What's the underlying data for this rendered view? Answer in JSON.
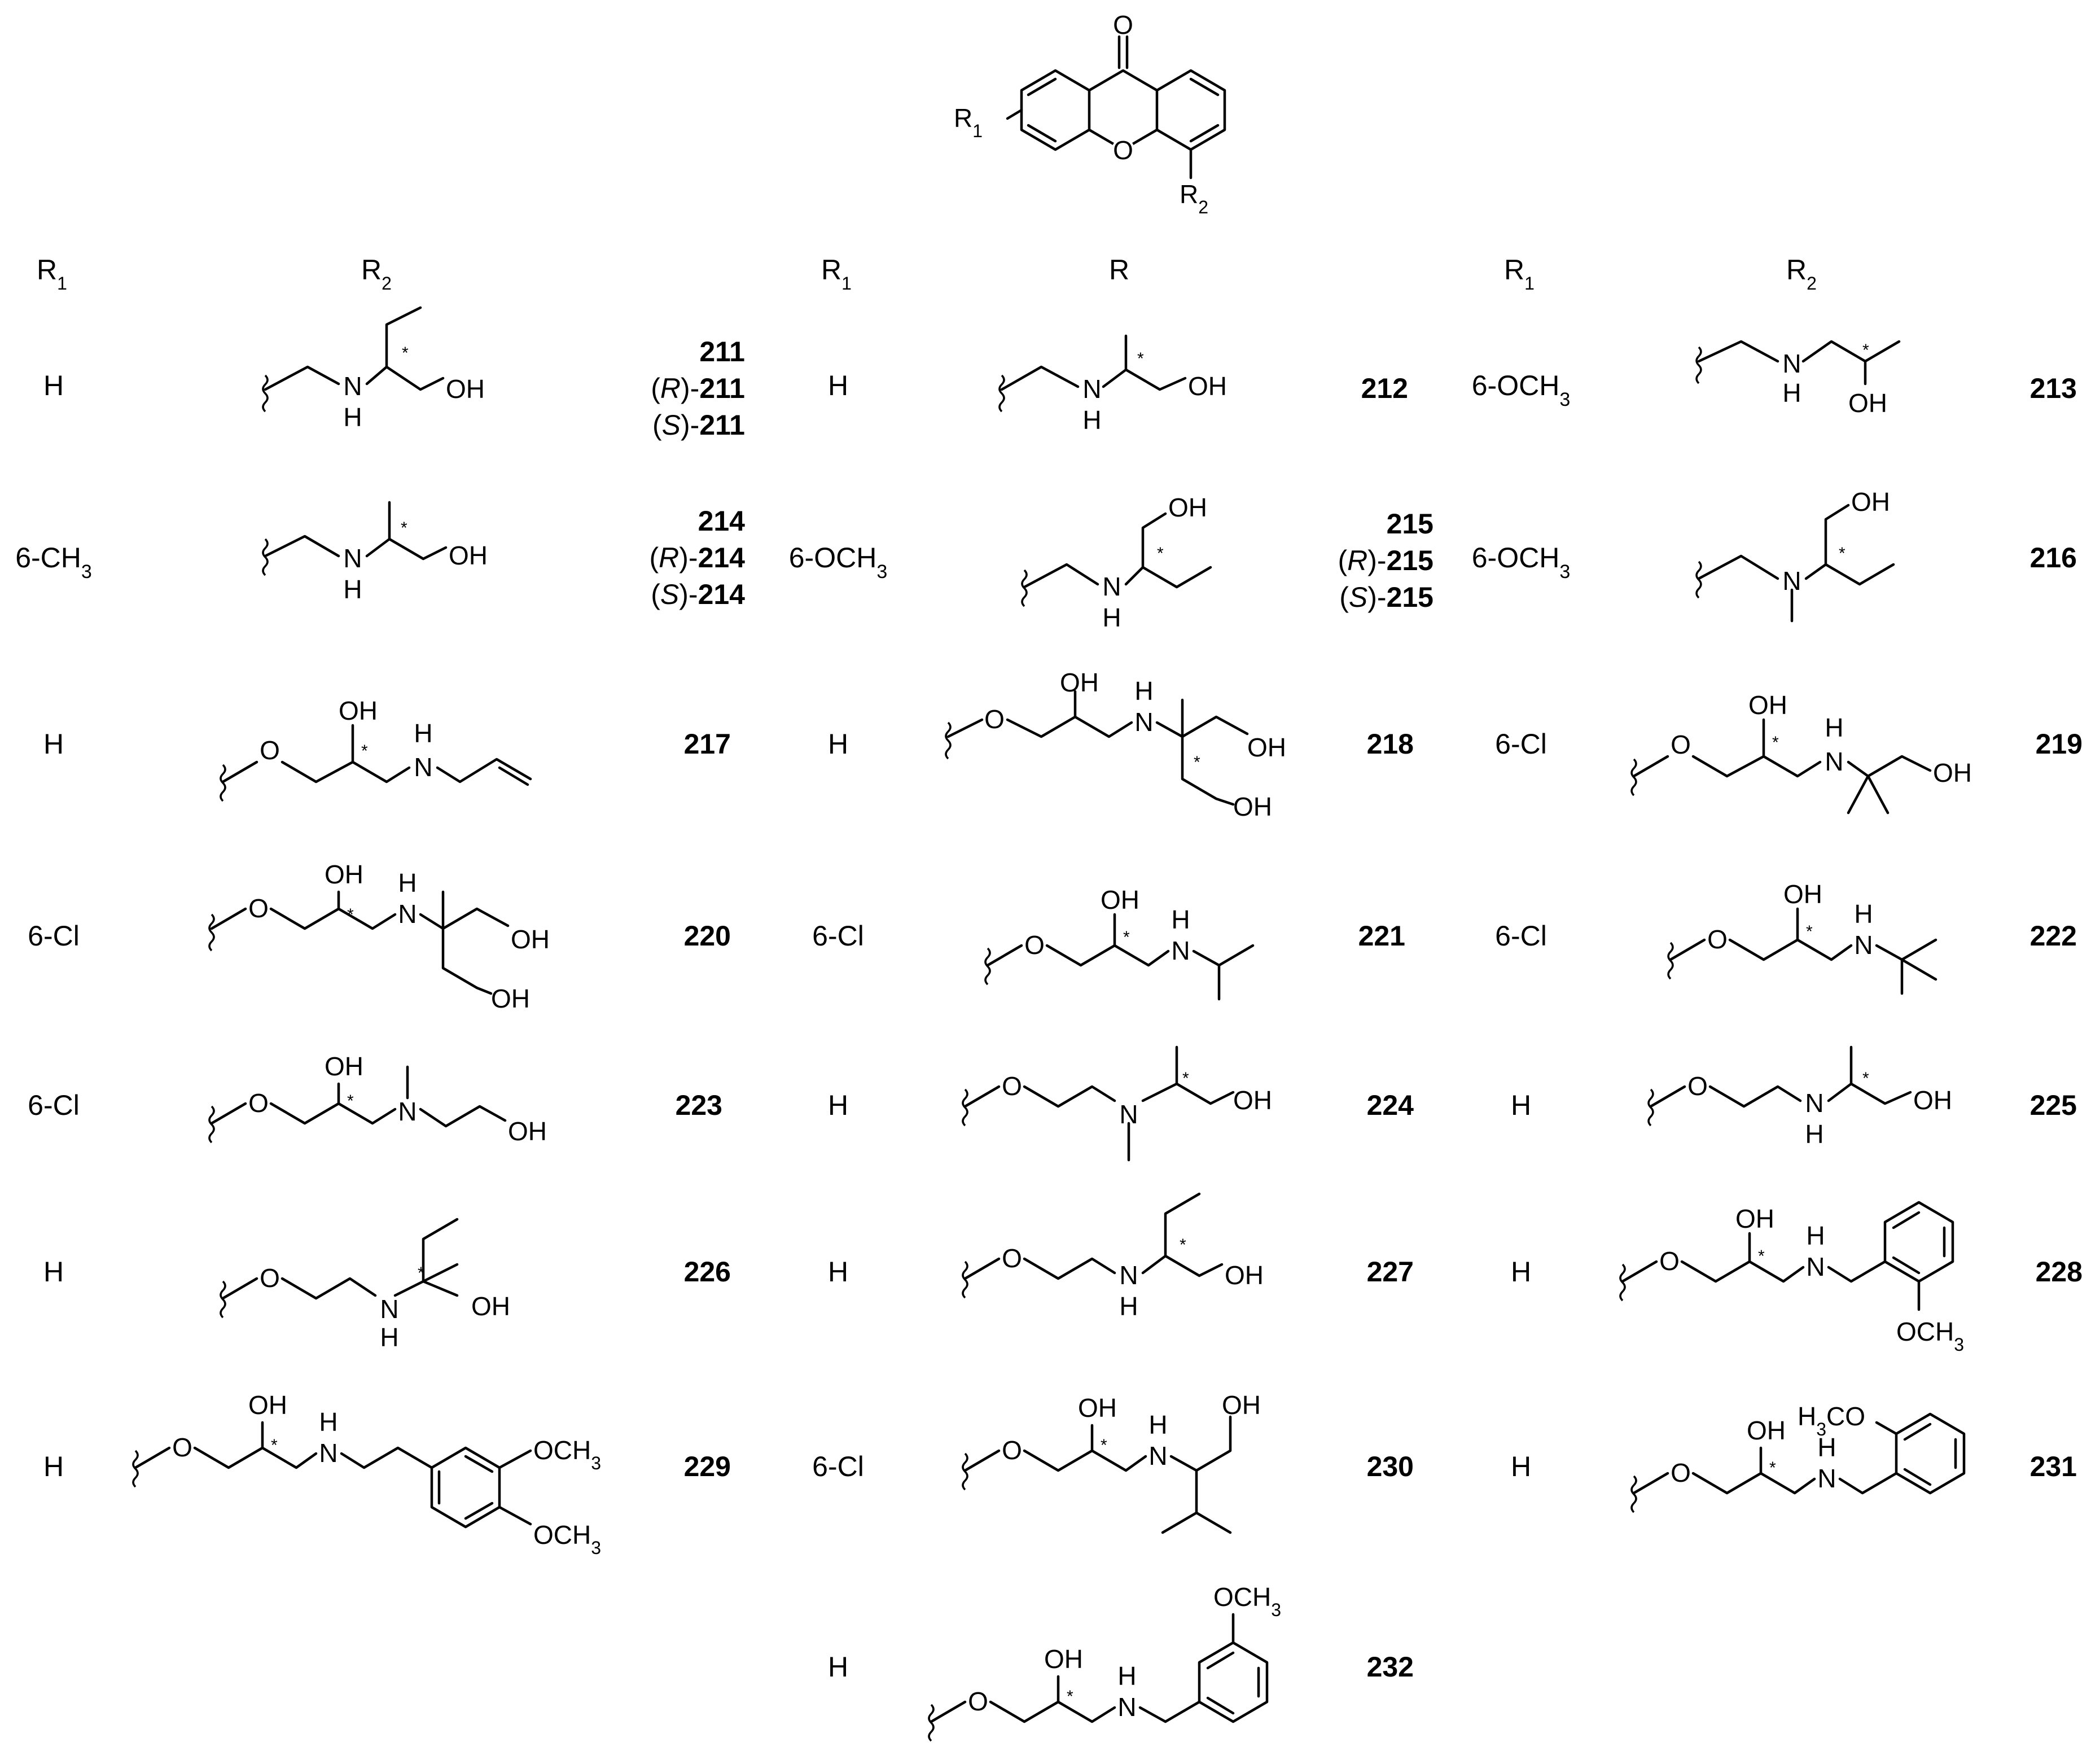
{
  "core": {
    "oxo": "O",
    "ring_o": "O",
    "r1": "R1",
    "r2": "R2"
  },
  "headers": [
    {
      "r1": "R1",
      "r2": "R2"
    },
    {
      "r1": "R1",
      "r2": "R"
    },
    {
      "r1": "R1",
      "r2": "R2"
    }
  ],
  "entries": [
    {
      "r1": "H",
      "compound": [
        "211",
        "(R)-211",
        "(S)-211"
      ]
    },
    {
      "r1": "H",
      "compound": [
        "212"
      ]
    },
    {
      "r1": "6-OCH3",
      "compound": [
        "213"
      ]
    },
    {
      "r1": "6-CH3",
      "compound": [
        "214",
        "(R)-214",
        "(S)-214"
      ]
    },
    {
      "r1": "6-OCH3",
      "compound": [
        "215",
        "(R)-215",
        "(S)-215"
      ]
    },
    {
      "r1": "6-OCH3",
      "compound": [
        "216"
      ]
    },
    {
      "r1": "H",
      "compound": [
        "217"
      ]
    },
    {
      "r1": "H",
      "compound": [
        "218"
      ]
    },
    {
      "r1": "6-Cl",
      "compound": [
        "219"
      ]
    },
    {
      "r1": "6-Cl",
      "compound": [
        "220"
      ]
    },
    {
      "r1": "6-Cl",
      "compound": [
        "221"
      ]
    },
    {
      "r1": "6-Cl",
      "compound": [
        "222"
      ]
    },
    {
      "r1": "6-Cl",
      "compound": [
        "223"
      ]
    },
    {
      "r1": "H",
      "compound": [
        "224"
      ]
    },
    {
      "r1": "H",
      "compound": [
        "225"
      ]
    },
    {
      "r1": "H",
      "compound": [
        "226"
      ]
    },
    {
      "r1": "H",
      "compound": [
        "227"
      ]
    },
    {
      "r1": "H",
      "compound": [
        "228"
      ]
    },
    {
      "r1": "H",
      "compound": [
        "229"
      ]
    },
    {
      "r1": "6-Cl",
      "compound": [
        "230"
      ]
    },
    {
      "r1": "H",
      "compound": [
        "231"
      ]
    },
    {
      "r1": "H",
      "compound": [
        "232"
      ]
    }
  ],
  "atoms": {
    "nh": "N",
    "h": "H",
    "n": "N",
    "o": "O",
    "oh": "OH",
    "och3": "OCH3",
    "h3co": "H3CO",
    "star": "*"
  }
}
